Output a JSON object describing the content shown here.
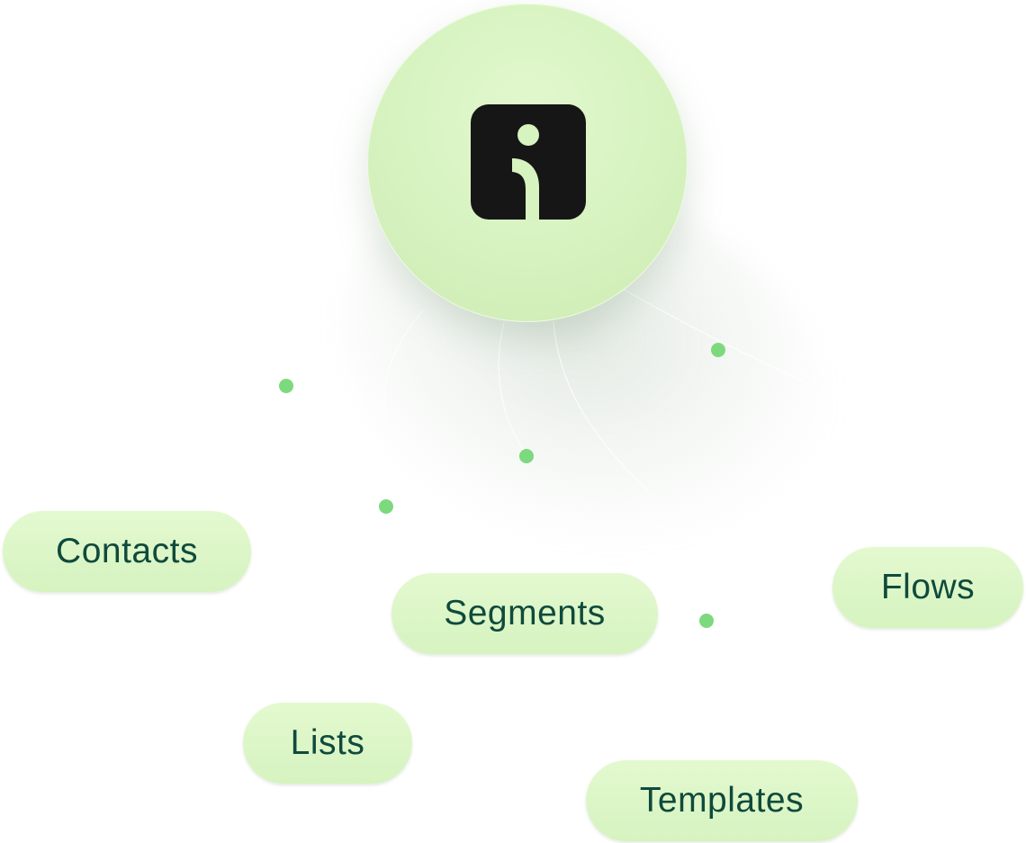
{
  "hub": {
    "icon": "brand-logo-icon",
    "bg_color": "#d7f3c0",
    "logo_color": "#161616"
  },
  "nodes": [
    {
      "label": "Contacts"
    },
    {
      "label": "Segments"
    },
    {
      "label": "Flows"
    },
    {
      "label": "Lists"
    },
    {
      "label": "Templates"
    }
  ],
  "colors": {
    "pill_bg": "#d9f5c4",
    "pill_text": "#0f4a3c",
    "dot": "#7dd97e"
  }
}
